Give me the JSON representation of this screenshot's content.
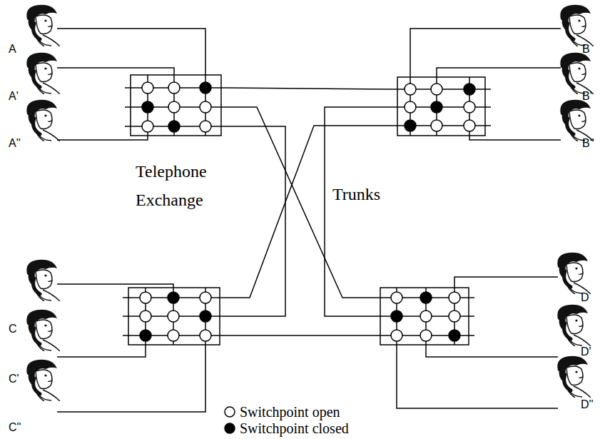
{
  "diagram": {
    "nodes": [
      {
        "text": [
          "A"
        ]
      },
      {
        "text": [
          "A'"
        ]
      },
      {
        "text": [
          "A''"
        ]
      },
      {
        "text": [
          "B"
        ]
      },
      {
        "text": [
          "B'"
        ]
      },
      {
        "text": [
          "B''"
        ]
      },
      {
        "text": [
          "C"
        ]
      },
      {
        "text": [
          "C'"
        ]
      },
      {
        "text": [
          "C''"
        ]
      },
      {
        "text": [
          "D"
        ]
      },
      {
        "text": [
          "D'"
        ]
      },
      {
        "text": [
          "D''"
        ]
      }
    ],
    "labels": [
      "Telephone Exchange",
      "Trunks"
    ],
    "legend": [
      {
        "text": "Switchpoint open"
      },
      {
        "text": "Switchpoint closed"
      }
    ]
  }
}
